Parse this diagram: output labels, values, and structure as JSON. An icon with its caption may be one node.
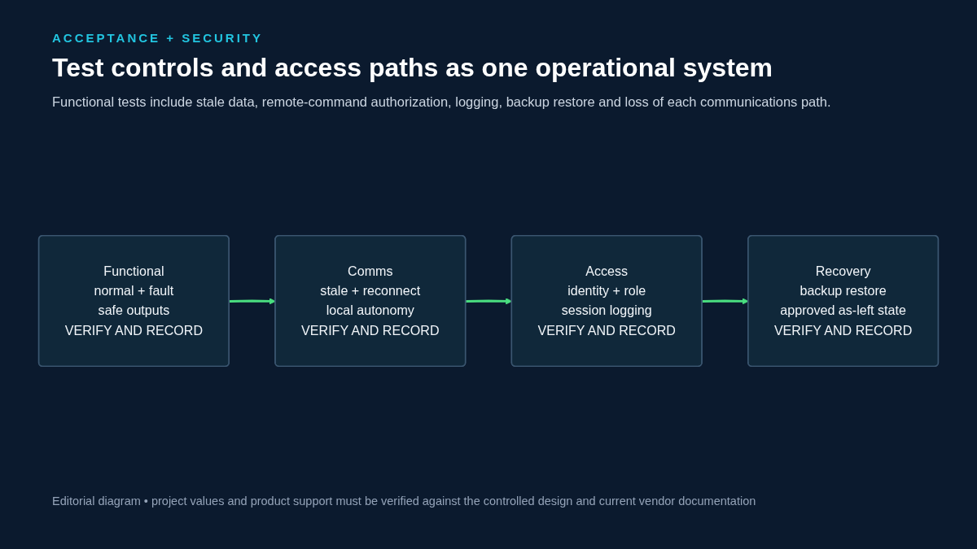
{
  "diagram": {
    "title": "Test controls and access paths as one operational system",
    "caption": "Editorial diagram • project values and product support must be verified against the controlled design and current vendor documentation",
    "nodes": [
      {
        "text": [
          "Functional",
          "normal + fault",
          "safe outputs",
          "VERIFY AND RECORD"
        ]
      },
      {
        "text": [
          "Comms",
          "stale + reconnect",
          "local autonomy",
          "VERIFY AND RECORD"
        ]
      },
      {
        "text": [
          "Access",
          "identity + role",
          "session logging",
          "VERIFY AND RECORD"
        ]
      },
      {
        "text": [
          "Recovery",
          "backup restore",
          "approved as-left state",
          "VERIFY AND RECORD"
        ]
      }
    ],
    "edges": [
      {
        "from": 0,
        "to": 1,
        "arrow": "to"
      },
      {
        "from": 1,
        "to": 2,
        "arrow": "to"
      },
      {
        "from": 2,
        "to": 3,
        "arrow": "to"
      }
    ],
    "labels": [
      "ACCEPTANCE + SECURITY",
      "Functional tests include stale data, remote-command authorization, logging, backup restore and loss of each communications path."
    ]
  }
}
